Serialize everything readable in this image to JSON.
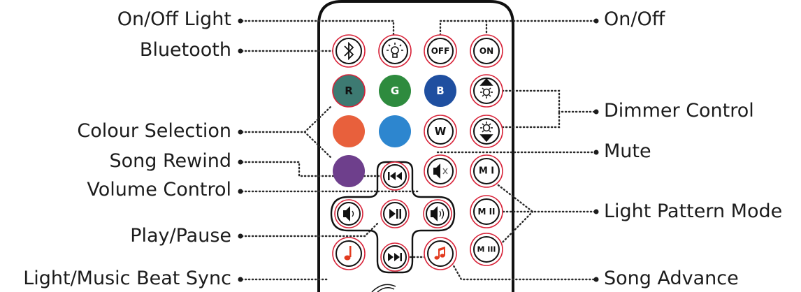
{
  "labels_left": {
    "on_off_light": "On/Off Light",
    "bluetooth": "Bluetooth",
    "colour_selection": "Colour Selection",
    "song_rewind": "Song Rewind",
    "volume_control": "Volume Control",
    "play_pause": "Play/Pause",
    "light_music_beat_sync": "Light/Music Beat Sync"
  },
  "labels_right": {
    "on_off": "On/Off",
    "dimmer_control": "Dimmer Control",
    "mute": "Mute",
    "light_pattern_mode": "Light Pattern Mode",
    "song_advance": "Song Advance"
  },
  "buttons": {
    "off": "OFF",
    "on": "ON",
    "r": "R",
    "g": "G",
    "b": "B",
    "w": "W",
    "m1": "M I",
    "m2": "M II",
    "m3": "M III"
  },
  "colors": {
    "red": "#3d7a72",
    "green": "#2e8b3e",
    "blue": "#1f4fa0",
    "orange": "#e8603c",
    "light_blue": "#2d86cf",
    "purple": "#6e3f8c",
    "ring": "#d8243a",
    "music_note": "#e23a1e"
  }
}
